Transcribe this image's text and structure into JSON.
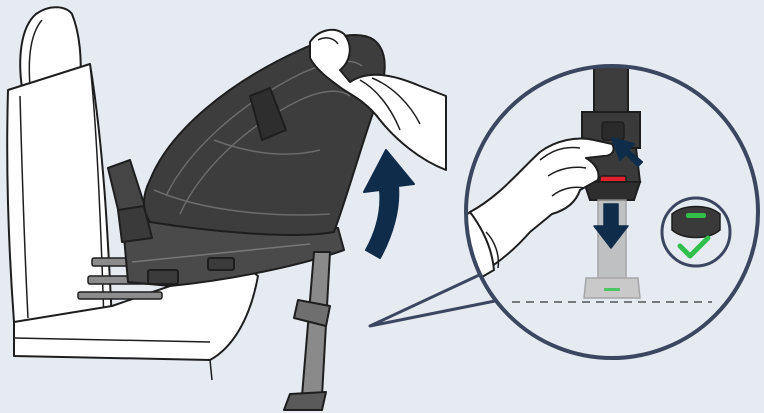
{
  "scene": {
    "subject": "car-seat-install-tilt-and-support-leg-adjust",
    "colors": {
      "background": "#e6ebf2",
      "outline": "#1e1e1e",
      "seat_fill": "#ffffff",
      "child_seat_dark": "#3d3d3d",
      "child_seat_mid": "#555555",
      "leg_grey": "#8a8a8a",
      "arrow_navy": "#0f2d4a",
      "indicator_red": "#e0202a",
      "indicator_green": "#2fbf4a",
      "callout_ring": "#3b4660",
      "ghost_grey": "#b9b9b9"
    },
    "icons": {
      "rotate_arrow": "curved-arrow-up",
      "press_arrow": "diagonal-arrow",
      "down_arrow": "arrow-down",
      "check": "check-icon"
    }
  }
}
